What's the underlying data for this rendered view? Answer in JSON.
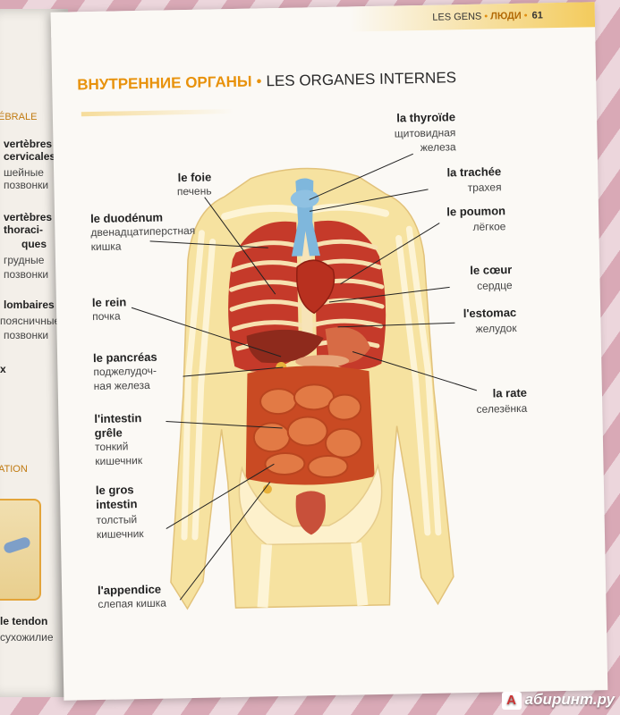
{
  "header": {
    "section_fr": "LES GENS",
    "section_ru": "ЛЮДИ",
    "page_number": "61"
  },
  "title": {
    "ru": "ВНУТРЕННИЕ ОРГАНЫ",
    "fr": "LES ORGANES INTERNES"
  },
  "left_page": [
    "ÉBRALE",
    "vertèbres",
    "cervicales",
    "шейные",
    "позвонки",
    "vertèbres",
    "thoraci-",
    "ques",
    "грудные",
    "позвонки",
    "lombaires",
    "поясничные",
    "позвонки",
    "x",
    "ATION",
    "le tendon",
    "сухожилие"
  ],
  "labels": {
    "foie": {
      "fr": "le foie",
      "ru": "печень"
    },
    "duodenum": {
      "fr": "le duodénum",
      "ru1": "двенадцатиперстная",
      "ru2": "кишка"
    },
    "rein": {
      "fr": "le rein",
      "ru": "почка"
    },
    "pancreas": {
      "fr": "le pancréas",
      "ru1": "поджелудоч-",
      "ru2": "ная железа"
    },
    "intestin_grele": {
      "fr1": "l'intestin",
      "fr2": "grêle",
      "ru1": "тонкий",
      "ru2": "кишечник"
    },
    "gros_intestin": {
      "fr1": "le gros",
      "fr2": "intestin",
      "ru1": "толстый",
      "ru2": "кишечник"
    },
    "appendice": {
      "fr": "l'appendice",
      "ru": "слепая кишка"
    },
    "thyroide": {
      "fr": "la thyroïde",
      "ru1": "щитовидная",
      "ru2": "железа"
    },
    "trachee": {
      "fr": "la trachée",
      "ru": "трахея"
    },
    "poumon": {
      "fr": "le poumon",
      "ru": "лёгкое"
    },
    "coeur": {
      "fr": "le cœur",
      "ru": "сердце"
    },
    "estomac": {
      "fr": "l'estomac",
      "ru": "желудок"
    },
    "rate": {
      "fr": "la rate",
      "ru": "селезёнка"
    }
  },
  "watermark": {
    "logo": "A",
    "text": "абиринт.ру"
  },
  "colors": {
    "accent_orange": "#e8920c",
    "skin": "#f6e4a4",
    "bone": "#fbefc8",
    "lung": "#c53a2a",
    "trachea_blue": "#7fb7dc",
    "intestine": "#d9602e"
  }
}
